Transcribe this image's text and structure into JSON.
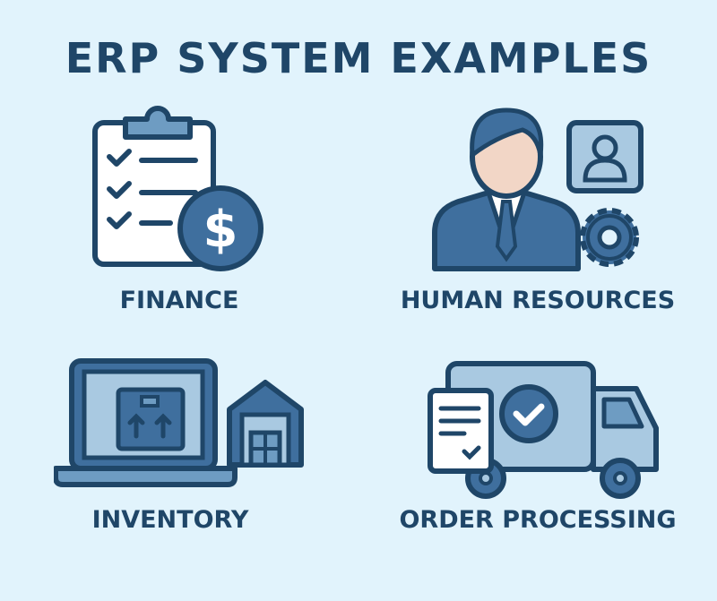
{
  "title": "ERP SYSTEM EXAMPLES",
  "colors": {
    "background": "#e1f3fc",
    "title_text": "#1f4668",
    "outline": "#1f4668",
    "primary_fill": "#3f6f9e",
    "light_fill": "#a9c9e1",
    "paper": "#ffffff",
    "skin": "#f2d6c6"
  },
  "modules": [
    {
      "label": "FINANCE",
      "icon": "clipboard-dollar-icon"
    },
    {
      "label": "HUMAN RESOURCES",
      "icon": "person-profile-gear-icon"
    },
    {
      "label": "INVENTORY",
      "icon": "laptop-box-warehouse-icon"
    },
    {
      "label": "ORDER PROCESSING",
      "icon": "delivery-truck-document-icon"
    }
  ]
}
